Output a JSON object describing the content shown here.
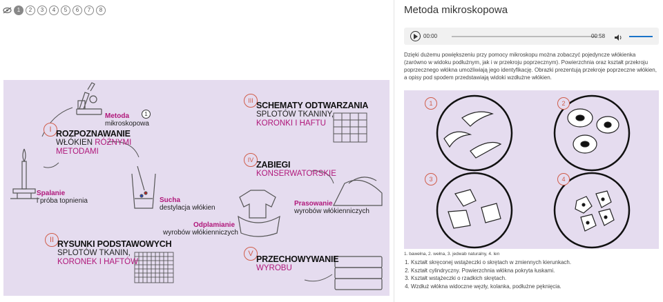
{
  "steps": {
    "items": [
      "1",
      "2",
      "3",
      "4",
      "5",
      "6",
      "7",
      "8"
    ],
    "active": "1"
  },
  "infographic": {
    "section_i": {
      "numeral": "I",
      "heading": "ROZPOZNAWANIE",
      "line2_a": "WŁÓKIEN ",
      "line2_b": "RÓŻNYMI",
      "line3": "METODAMI"
    },
    "metoda": {
      "label": "Metoda",
      "sub": "mikroskopowa",
      "badge": "1"
    },
    "spalanie": {
      "label": "Spalanie",
      "sub": "i próba topnienia"
    },
    "sucha": {
      "label": "Sucha",
      "sub": "destylacja włókien"
    },
    "section_ii": {
      "numeral": "II",
      "heading": "RYSUNKI PODSTAWOWYCH",
      "line2": "SPLOTÓW TKANIN,",
      "line3": "KORONEK I HAFTÓW"
    },
    "section_iii": {
      "numeral": "III",
      "heading": "SCHEMATY ODTWARZANIA",
      "line2": "SPLOTÓW TKANINY,",
      "line3": "KORONKI I HAFTU"
    },
    "section_iv": {
      "numeral": "IV",
      "heading": "ZABIEGI",
      "line2": "KONSERWATORSKIE"
    },
    "prasowanie": {
      "label": "Prasowanie",
      "sub": "wyrobów włókienniczych"
    },
    "odplamianie": {
      "label": "Odplamianie",
      "sub": "wyrobów włókienniczych"
    },
    "section_v": {
      "numeral": "V",
      "heading": "PRZECHOWYWANIE",
      "line2": "WYROBU"
    }
  },
  "panel": {
    "title": "Metoda mikroskopowa",
    "audio": {
      "current": "00:00",
      "duration": "00:58"
    },
    "description": "Dzięki dużemu powiększeniu przy pomocy mikroskopu można zobaczyć pojedyncze włókienka (zarówno w widoku podłużnym, jak i w przekroju poprzecznym). Powierzchnia oraz kształt przekroju poprzecznego włókna umożliwiają jego identyfikację. Obrazki prezentują przekroje poprzeczne włókien, a opisy pod spodem przedstawiają widoki wzdłużne włókien.",
    "figure_labels": [
      "1",
      "2",
      "3",
      "4"
    ],
    "caption": "1. bawełna, 2. wełna, 3. jedwab naturalny, 4. len",
    "list": [
      "Kształt skręconej wstążeczki o skrętach w zmiennych kierunkach.",
      "Kształt cylindryczny. Powierzchnia włókna pokryta łuskami.",
      "Kształt wstążeczki o rzadkich skrętach.",
      "Wzdłuż włókna widoczne węzły, kolanka, podłużne pęknięcia."
    ]
  },
  "colors": {
    "accent": "#b0177a",
    "numeral": "#d05d4a",
    "panel_bg": "#e5dcef",
    "audio": "#1a73c8"
  }
}
